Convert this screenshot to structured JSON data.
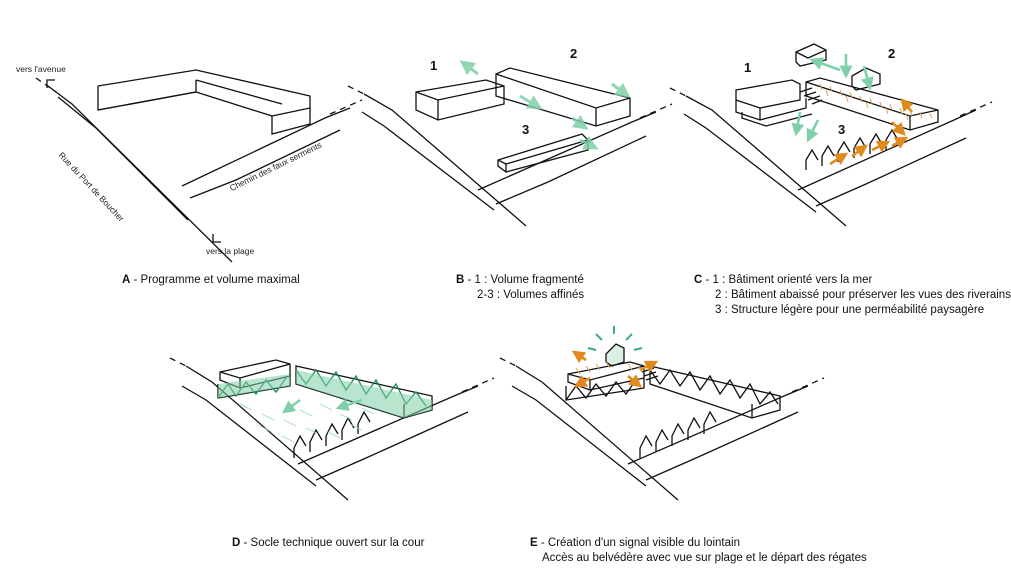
{
  "panels": [
    {
      "id": "A",
      "caption_letter": "A",
      "caption_lines": [
        "- Programme et volume maximal"
      ]
    },
    {
      "id": "B",
      "caption_letter": "B",
      "caption_lines": [
        "- 1 :  Volume fragmenté",
        "2-3 : Volumes affinés"
      ],
      "labels": [
        "1",
        "2",
        "3"
      ]
    },
    {
      "id": "C",
      "caption_letter": "C",
      "caption_lines": [
        "- 1 : Bâtiment orienté vers la mer",
        "2 : Bâtiment abaissé pour préserver les vues des riverains",
        "3 : Structure légère pour une perméabilité paysagère"
      ],
      "labels": [
        "1",
        "2",
        "3"
      ]
    },
    {
      "id": "D",
      "caption_letter": "D",
      "caption_lines": [
        "- Socle technique ouvert sur la cour"
      ]
    },
    {
      "id": "E",
      "caption_letter": "E",
      "caption_lines": [
        "- Création d'un signal visible du lointain",
        "Accès au belvédère avec vue sur plage et le départ des régates"
      ]
    }
  ],
  "streets": {
    "avenue": "vers l'avenue",
    "rue": "Rue du Port de Boucher",
    "chemin": "Chemin des faux serments",
    "plage": "vers la plage"
  },
  "colors": {
    "ink": "#111111",
    "green": "#7fd0a8",
    "green_dark": "#3fae7c",
    "orange": "#e08a1e",
    "hatch": "#d9a35a"
  }
}
